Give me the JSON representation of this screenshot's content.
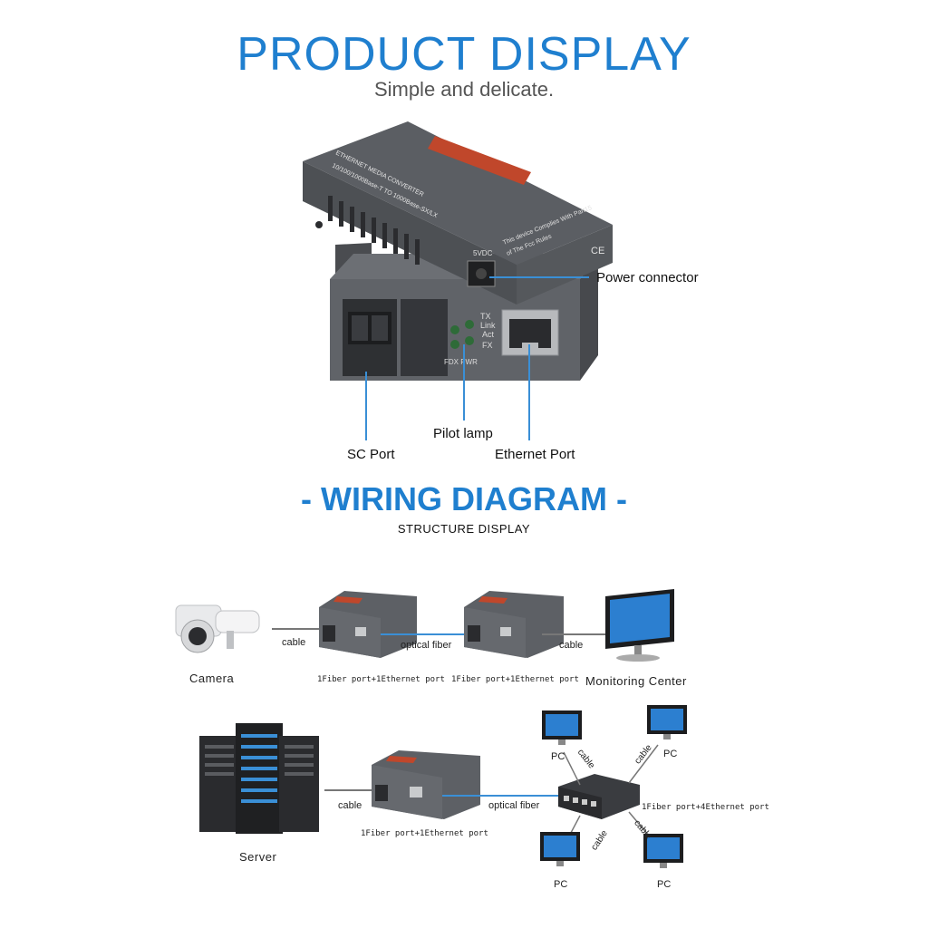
{
  "header": {
    "title": "PRODUCT DISPLAY",
    "subtitle": "Simple and delicate."
  },
  "product": {
    "callouts": {
      "power": "Power connector",
      "pilot": "Pilot lamp",
      "sc": "SC Port",
      "ethernet": "Ethernet Port"
    },
    "device_top_text": "ETHERNET MEDIA CONVERTER",
    "device_sub_text": "10/100/1000Base-T TO 1000Base-SX/LX",
    "fcc_line1": "This device Complies With Part15",
    "fcc_line2": "of The Fcc Rules",
    "voltage": "5VDC",
    "ce": "CE",
    "leds": [
      "TX",
      "Link",
      "Act",
      "FX"
    ],
    "led_bottom": "FDX PWR"
  },
  "section2": {
    "title": "- WIRING DIAGRAM -",
    "subtitle": "STRUCTURE DISPLAY"
  },
  "diagram1": {
    "camera": "Camera",
    "monitor": "Monitoring Center",
    "cable_left": "cable",
    "fiber": "optical fiber",
    "cable_right": "cable",
    "conv_left": "1Fiber port+1Ethernet port",
    "conv_right": "1Fiber port+1Ethernet port"
  },
  "diagram2": {
    "server": "Server",
    "cable": "cable",
    "fiber": "optical fiber",
    "conv": "1Fiber port+1Ethernet port",
    "switch": "1Fiber port+4Ethernet port",
    "pcs": [
      "PC",
      "PC",
      "PC",
      "PC"
    ],
    "pc_cables": [
      "cable",
      "cable",
      "cable",
      "cable"
    ]
  },
  "colors": {
    "accent": "#1f7fcf",
    "device": "#5b5e63",
    "device_dark": "#3e4044",
    "callout_line": "#3a8fd6"
  }
}
